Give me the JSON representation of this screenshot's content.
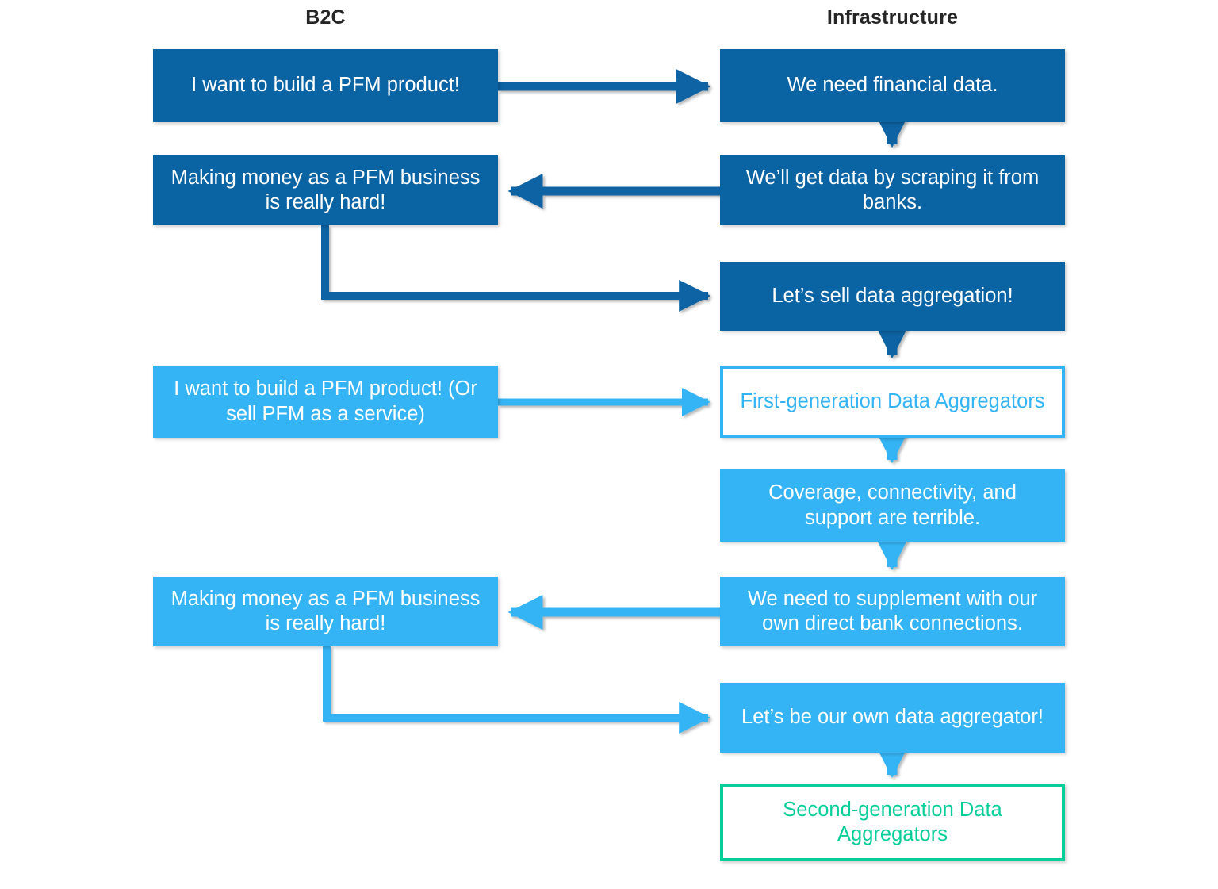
{
  "columns": {
    "left_header": "B2C",
    "right_header": "Infrastructure"
  },
  "colors": {
    "dark_blue": "#0A63A3",
    "light_blue": "#35B4F5",
    "green": "#07CE99",
    "background": "#FFFFFF",
    "header_text": "#262626"
  },
  "nodes": {
    "n1": {
      "label": "I want to build a PFM product!",
      "column": "B2C",
      "style": "filled-dark-blue"
    },
    "n2": {
      "label": "We need financial data.",
      "column": "Infrastructure",
      "style": "filled-dark-blue"
    },
    "n3": {
      "label": "We’ll get data by scraping it from banks.",
      "column": "Infrastructure",
      "style": "filled-dark-blue"
    },
    "n4": {
      "label": "Making money as a PFM business is really hard!",
      "column": "B2C",
      "style": "filled-dark-blue"
    },
    "n5": {
      "label": "Let’s sell data aggregation!",
      "column": "Infrastructure",
      "style": "filled-dark-blue"
    },
    "n6": {
      "label": "First-generation Data Aggregators",
      "column": "Infrastructure",
      "style": "outlined-light-blue"
    },
    "n7": {
      "label": "I want to build a PFM product! (Or sell PFM as a service)",
      "column": "B2C",
      "style": "filled-light-blue"
    },
    "n8": {
      "label": "Coverage, connectivity, and support are terrible.",
      "column": "Infrastructure",
      "style": "filled-light-blue"
    },
    "n9": {
      "label": "We need to supplement with our own direct bank connections.",
      "column": "Infrastructure",
      "style": "filled-light-blue"
    },
    "n10": {
      "label": "Making money as a PFM business is really hard!",
      "column": "B2C",
      "style": "filled-light-blue"
    },
    "n11": {
      "label": "Let’s be our own data aggregator!",
      "column": "Infrastructure",
      "style": "filled-light-blue"
    },
    "n12": {
      "label": "Second-generation Data Aggregators",
      "column": "Infrastructure",
      "style": "outlined-green"
    }
  },
  "connectors": [
    {
      "from": "n1",
      "to": "n2",
      "shape": "horizontal-right",
      "color": "#0A63A3"
    },
    {
      "from": "n2",
      "to": "n3",
      "shape": "vertical-down",
      "color": "#0A63A3"
    },
    {
      "from": "n3",
      "to": "n4",
      "shape": "horizontal-left",
      "color": "#0A63A3"
    },
    {
      "from": "n4",
      "to": "n5",
      "shape": "elbow-down-right",
      "color": "#0A63A3"
    },
    {
      "from": "n5",
      "to": "n6",
      "shape": "vertical-down",
      "color": "#0A63A3"
    },
    {
      "from": "n7",
      "to": "n6",
      "shape": "horizontal-right",
      "color": "#35B4F5"
    },
    {
      "from": "n6",
      "to": "n8",
      "shape": "vertical-down",
      "color": "#35B4F5"
    },
    {
      "from": "n8",
      "to": "n9",
      "shape": "vertical-down",
      "color": "#35B4F5"
    },
    {
      "from": "n9",
      "to": "n10",
      "shape": "horizontal-left",
      "color": "#35B4F5"
    },
    {
      "from": "n10",
      "to": "n11",
      "shape": "elbow-down-right",
      "color": "#35B4F5"
    },
    {
      "from": "n11",
      "to": "n12",
      "shape": "vertical-down",
      "color": "#35B4F5"
    }
  ]
}
